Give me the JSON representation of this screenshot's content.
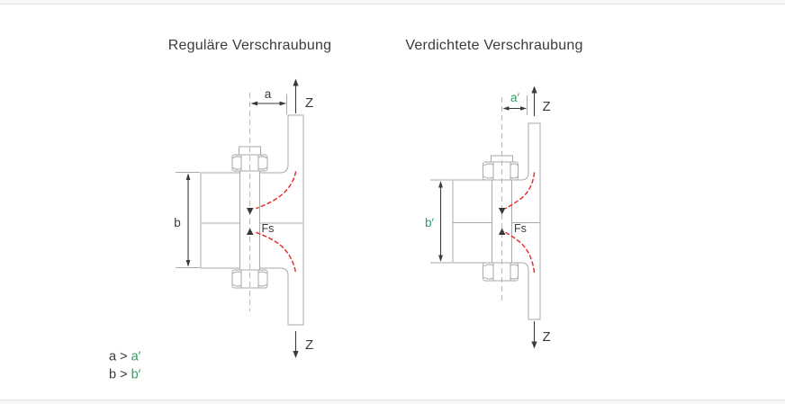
{
  "figure": {
    "description_colors": {
      "outline_gray": "#a9a9a9",
      "centerline_gray": "#b8b8b8",
      "text_dark": "#3a3a3a",
      "accent_green": "#2f9e63",
      "force_flow_red": "#e53030",
      "band_gray": "#f7f7f7",
      "divider_gray": "#e4e4e4"
    },
    "left": {
      "title": "Reguläre Verschraubung",
      "labels": {
        "gap": "a",
        "clamp_length": "b",
        "load_top": "Z",
        "load_bottom": "Z",
        "preload": "Fs"
      }
    },
    "right": {
      "title": "Verdichtete Verschraubung",
      "labels": {
        "gap": "a′",
        "clamp_length": "b′",
        "load_top": "Z",
        "load_bottom": "Z",
        "preload": "Fs"
      }
    },
    "comparison": {
      "line1": {
        "black": "a > ",
        "green": "a′"
      },
      "line2": {
        "black": "b > ",
        "green": "b′"
      }
    }
  }
}
